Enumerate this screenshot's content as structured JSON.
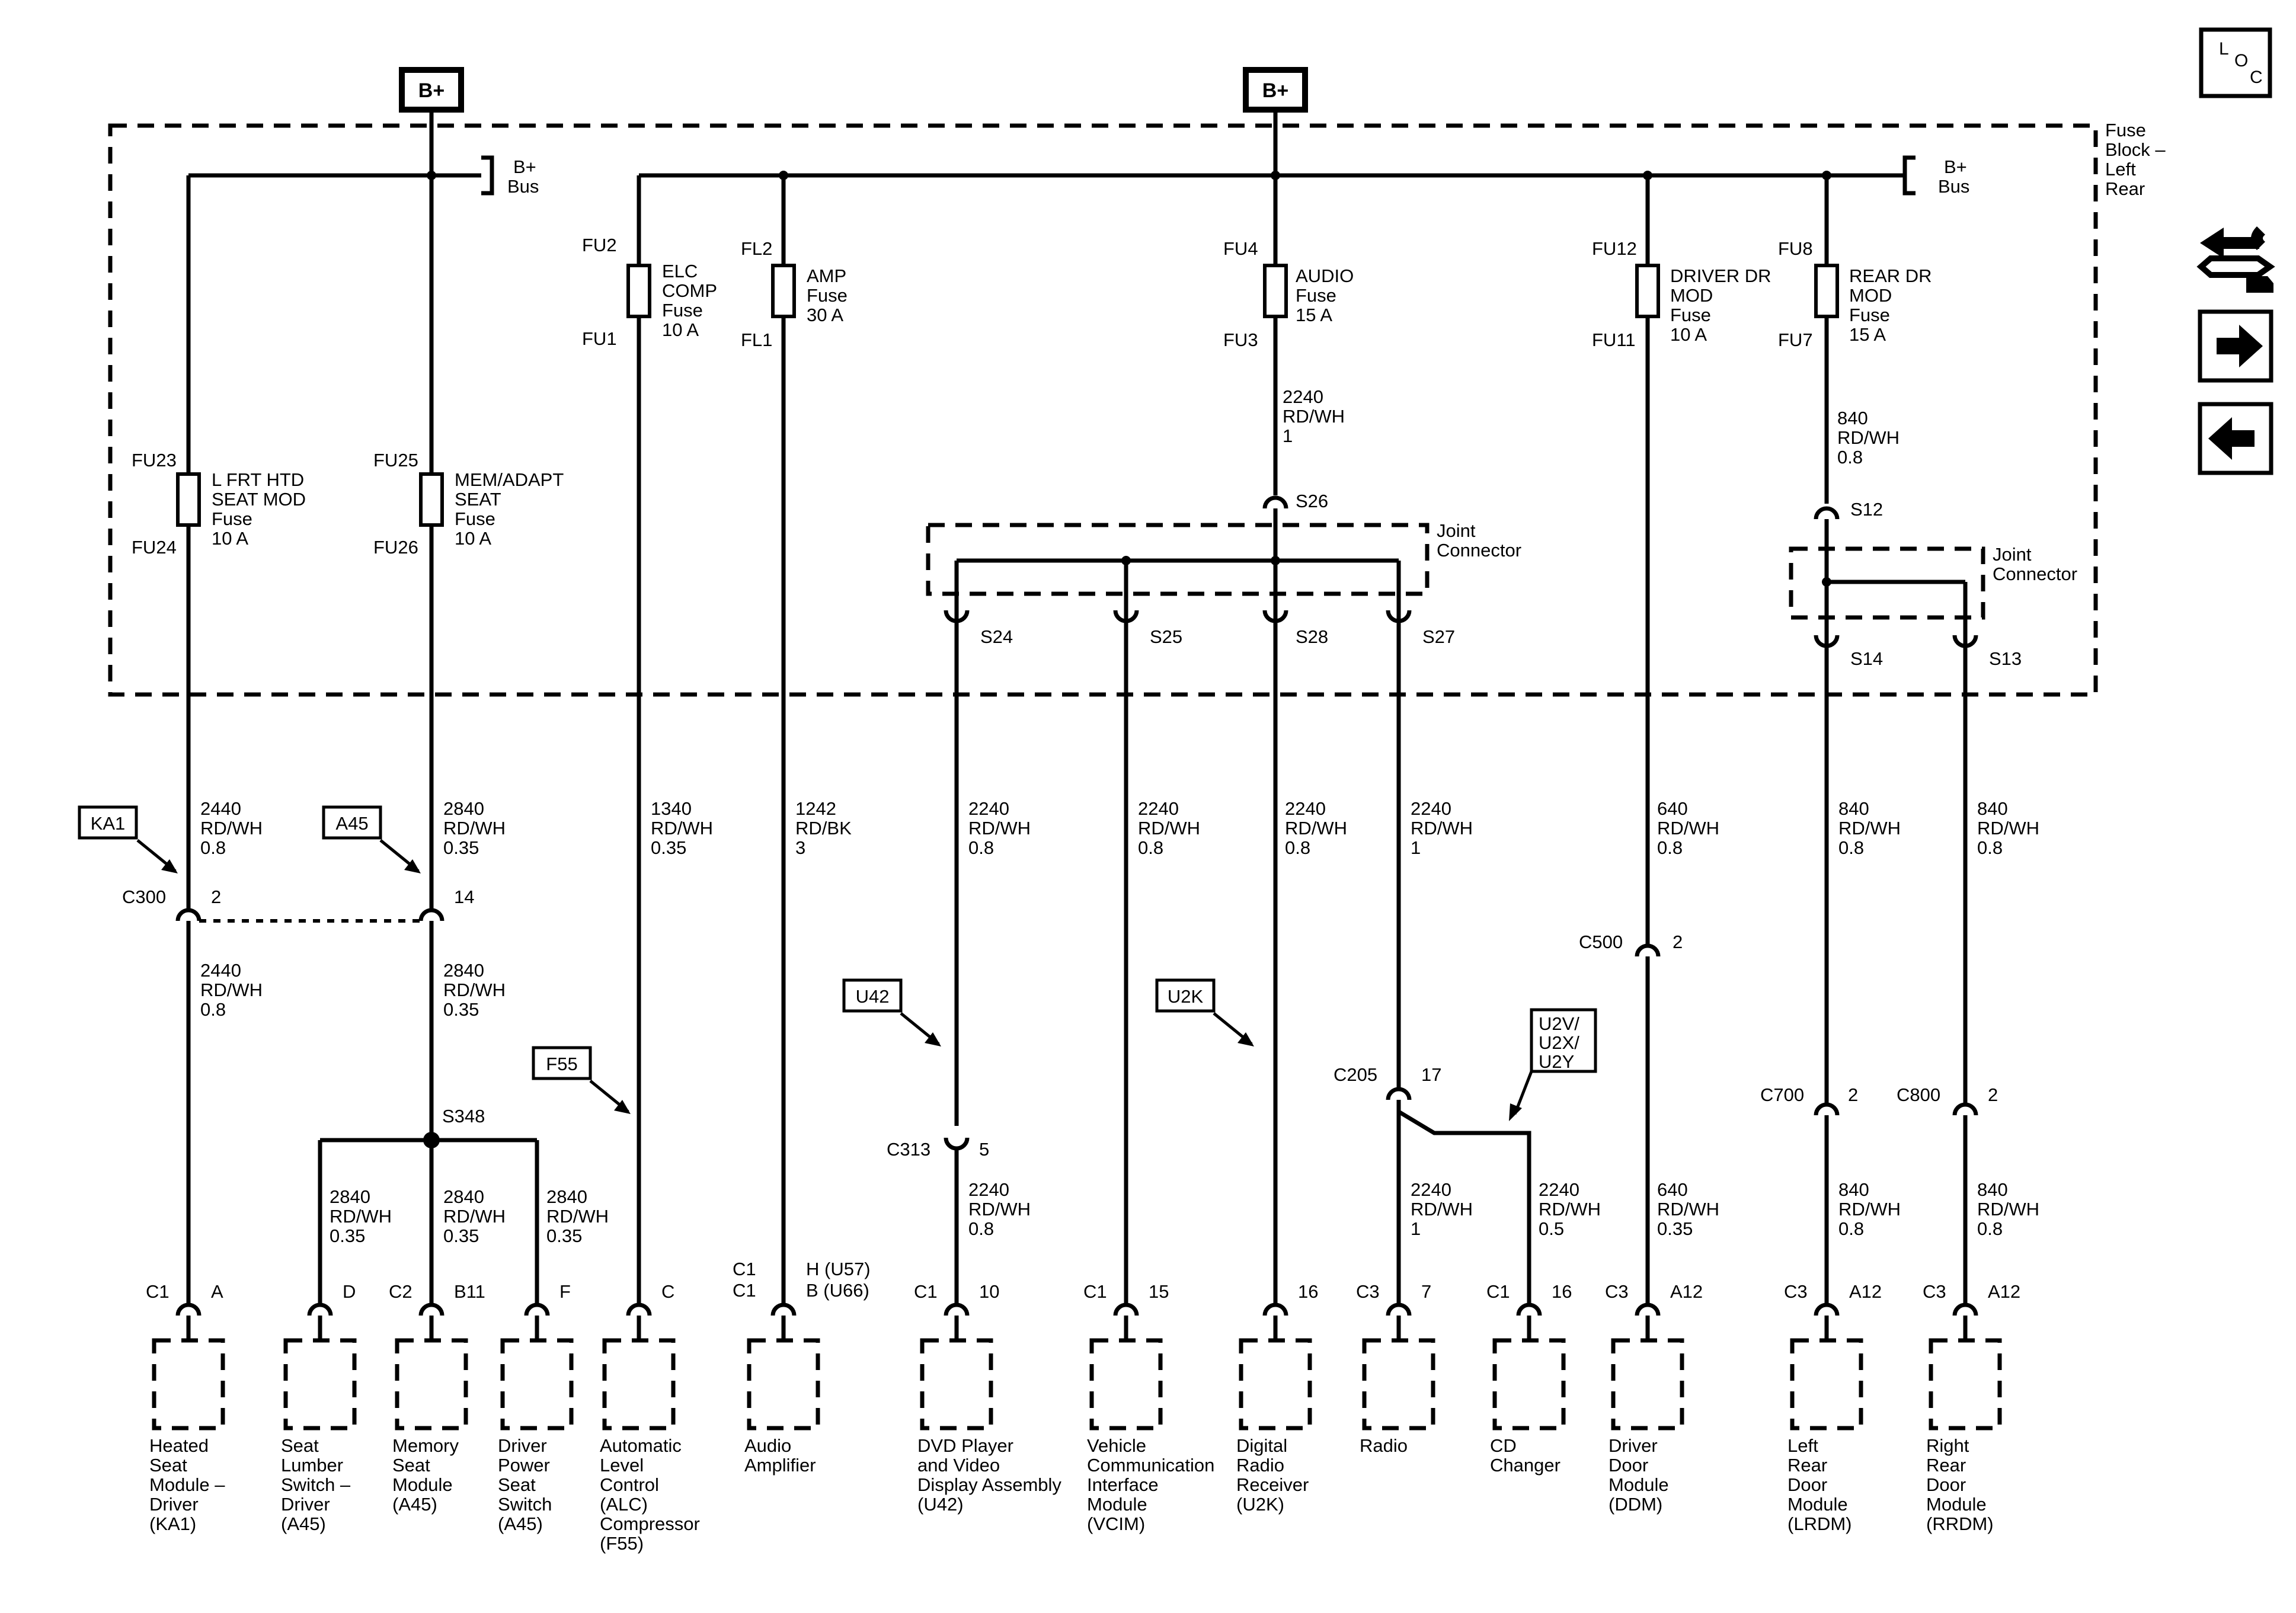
{
  "supply": {
    "left": "B+",
    "right": "B+"
  },
  "bus": {
    "left": [
      "B+",
      "Bus"
    ],
    "right": [
      "B+",
      "Bus"
    ]
  },
  "fuse_block": [
    "Fuse",
    "Block –",
    "Left",
    "Rear"
  ],
  "fuses": [
    {
      "top": "FU23",
      "bottom": "FU24",
      "label": [
        "L FRT HTD",
        "SEAT MOD",
        "Fuse",
        "10 A"
      ]
    },
    {
      "top": "FU25",
      "bottom": "FU26",
      "label": [
        "MEM/ADAPT",
        "SEAT",
        "Fuse",
        "10 A"
      ]
    },
    {
      "top": "FU2",
      "bottom": "FU1",
      "label": [
        "ELC",
        "COMP",
        "Fuse",
        "10 A"
      ]
    },
    {
      "top": "FL2",
      "bottom": "FL1",
      "label": [
        "AMP",
        "Fuse",
        "30 A"
      ]
    },
    {
      "top": "FU4",
      "bottom": "FU3",
      "label": [
        "AUDIO",
        "Fuse",
        "15 A"
      ]
    },
    {
      "top": "FU12",
      "bottom": "FU11",
      "label": [
        "DRIVER DR",
        "MOD",
        "Fuse",
        "10 A"
      ]
    },
    {
      "top": "FU8",
      "bottom": "FU7",
      "label": [
        "REAR DR",
        "MOD",
        "Fuse",
        "15 A"
      ]
    }
  ],
  "joint_connector": [
    "Joint",
    "Connector"
  ],
  "splices": {
    "s26": "S26",
    "s24": "S24",
    "s25": "S25",
    "s28": "S28",
    "s27": "S27",
    "s12": "S12",
    "s14": "S14",
    "s13": "S13",
    "s348": "S348"
  },
  "wires": {
    "audio_top": [
      "2240",
      "RD/WH",
      "1"
    ],
    "rear_top": [
      "840",
      "RD/WH",
      "0.8"
    ],
    "w1": [
      "2440",
      "RD/WH",
      "0.8"
    ],
    "w2": [
      "2840",
      "RD/WH",
      "0.35"
    ],
    "w3": [
      "1340",
      "RD/WH",
      "0.35"
    ],
    "w4": [
      "1242",
      "RD/BK",
      "3"
    ],
    "w5": [
      "2240",
      "RD/WH",
      "0.8"
    ],
    "w6": [
      "2240",
      "RD/WH",
      "0.8"
    ],
    "w7": [
      "2240",
      "RD/WH",
      "0.8"
    ],
    "w8": [
      "2240",
      "RD/WH",
      "1"
    ],
    "w9": [
      "640",
      "RD/WH",
      "0.8"
    ],
    "w10": [
      "840",
      "RD/WH",
      "0.8"
    ],
    "w11": [
      "840",
      "RD/WH",
      "0.8"
    ],
    "w1b": [
      "2440",
      "RD/WH",
      "0.8"
    ],
    "w2b": [
      "2840",
      "RD/WH",
      "0.35"
    ],
    "b1": [
      "2840",
      "RD/WH",
      "0.35"
    ],
    "b2": [
      "2840",
      "RD/WH",
      "0.35"
    ],
    "b3": [
      "2840",
      "RD/WH",
      "0.35"
    ],
    "l5": [
      "2240",
      "RD/WH",
      "0.8"
    ],
    "l8a": [
      "2240",
      "RD/WH",
      "1"
    ],
    "l8b": [
      "2240",
      "RD/WH",
      "0.5"
    ],
    "l9": [
      "640",
      "RD/WH",
      "0.35"
    ],
    "l10": [
      "840",
      "RD/WH",
      "0.8"
    ],
    "l11": [
      "840",
      "RD/WH",
      "0.8"
    ]
  },
  "inline_connectors": {
    "c300": "C300",
    "c300_pin": "2",
    "c300_pin2": "14",
    "c313": "C313",
    "c313_pin": "5",
    "c500": "C500",
    "c500_pin": "2",
    "c205": "C205",
    "c205_pin": "17",
    "c700": "C700",
    "c700_pin": "2",
    "c800": "C800",
    "c800_pin": "2"
  },
  "options": {
    "ka1": "KA1",
    "a45": "A45",
    "f55": "F55",
    "u42": "U42",
    "u2k": "U2K",
    "u2v": [
      "U2V/",
      "U2X/",
      "U2Y"
    ]
  },
  "components": [
    {
      "conn": "C1",
      "pin": "A",
      "label": [
        "Heated",
        "Seat",
        "Module –",
        "Driver",
        "(KA1)"
      ]
    },
    {
      "conn": "",
      "pin": "D",
      "label": [
        "Seat",
        "Lumber",
        "Switch –",
        "Driver",
        "(A45)"
      ]
    },
    {
      "conn": "C2",
      "pin": "B11",
      "label": [
        "Memory",
        "Seat",
        "Module",
        "(A45)"
      ]
    },
    {
      "conn": "",
      "pin": "F",
      "label": [
        "Driver",
        "Power",
        "Seat",
        "Switch",
        "(A45)"
      ]
    },
    {
      "conn": "",
      "pin": "C",
      "label": [
        "Automatic",
        "Level",
        "Control",
        "(ALC)",
        "Compressor",
        "(F55)"
      ]
    },
    {
      "conn": [
        "C1",
        "C1"
      ],
      "pin": [
        "H (U57)",
        "B (U66)"
      ],
      "label": [
        "Audio",
        "Amplifier"
      ]
    },
    {
      "conn": "C1",
      "pin": "10",
      "label": [
        "DVD Player",
        "and Video",
        "Display Assembly",
        "(U42)"
      ]
    },
    {
      "conn": "C1",
      "pin": "15",
      "label": [
        "Vehicle",
        "Communication",
        "Interface",
        "Module",
        "(VCIM)"
      ]
    },
    {
      "conn": "",
      "pin": "16",
      "label": [
        "Digital",
        "Radio",
        "Receiver",
        "(U2K)"
      ]
    },
    {
      "conn": "C3",
      "pin": "7",
      "label": [
        "Radio"
      ]
    },
    {
      "conn": "C1",
      "pin": "16",
      "label": [
        "CD",
        "Changer"
      ]
    },
    {
      "conn": "C3",
      "pin": "A12",
      "label": [
        "Driver",
        "Door",
        "Module",
        "(DDM)"
      ]
    },
    {
      "conn": "C3",
      "pin": "A12",
      "label": [
        "Left",
        "Rear",
        "Door",
        "Module",
        "(LRDM)"
      ]
    },
    {
      "conn": "C3",
      "pin": "A12",
      "label": [
        "Right",
        "Rear",
        "Door",
        "Module",
        "(RRDM)"
      ]
    }
  ],
  "side_panel": {
    "loc": [
      "L",
      "O",
      "C"
    ],
    "icons": [
      "component-view-icon",
      "next-arrow-icon",
      "back-arrow-icon"
    ]
  }
}
